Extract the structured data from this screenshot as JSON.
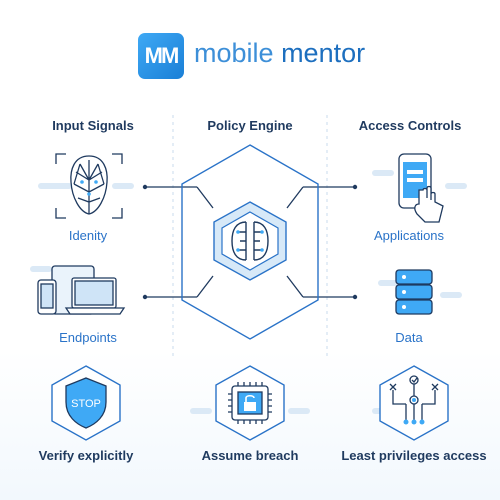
{
  "logo": {
    "mark": "MM",
    "word1": "mobile",
    "word2": "mentor"
  },
  "columns": {
    "input": "Input Signals",
    "policy": "Policy Engine",
    "access": "Access Controls"
  },
  "inputs": [
    {
      "label": "Idenity",
      "icon": "face-scan-icon"
    },
    {
      "label": "Endpoints",
      "icon": "devices-icon"
    }
  ],
  "outputs": [
    {
      "label": "Applications",
      "icon": "phone-tap-icon"
    },
    {
      "label": "Data",
      "icon": "database-icon"
    }
  ],
  "center": {
    "icon": "policy-engine-chip-icon"
  },
  "principles": [
    {
      "label": "Verify explicitly",
      "icon": "stop-shield-icon",
      "stop_text": "STOP"
    },
    {
      "label": "Assume breach",
      "icon": "lock-chip-icon"
    },
    {
      "label": "Least privileges access",
      "icon": "access-network-icon"
    }
  ],
  "colors": {
    "brand": "#1d6fbf",
    "accent": "#3fa9f5",
    "heading": "#1f3a5f"
  }
}
